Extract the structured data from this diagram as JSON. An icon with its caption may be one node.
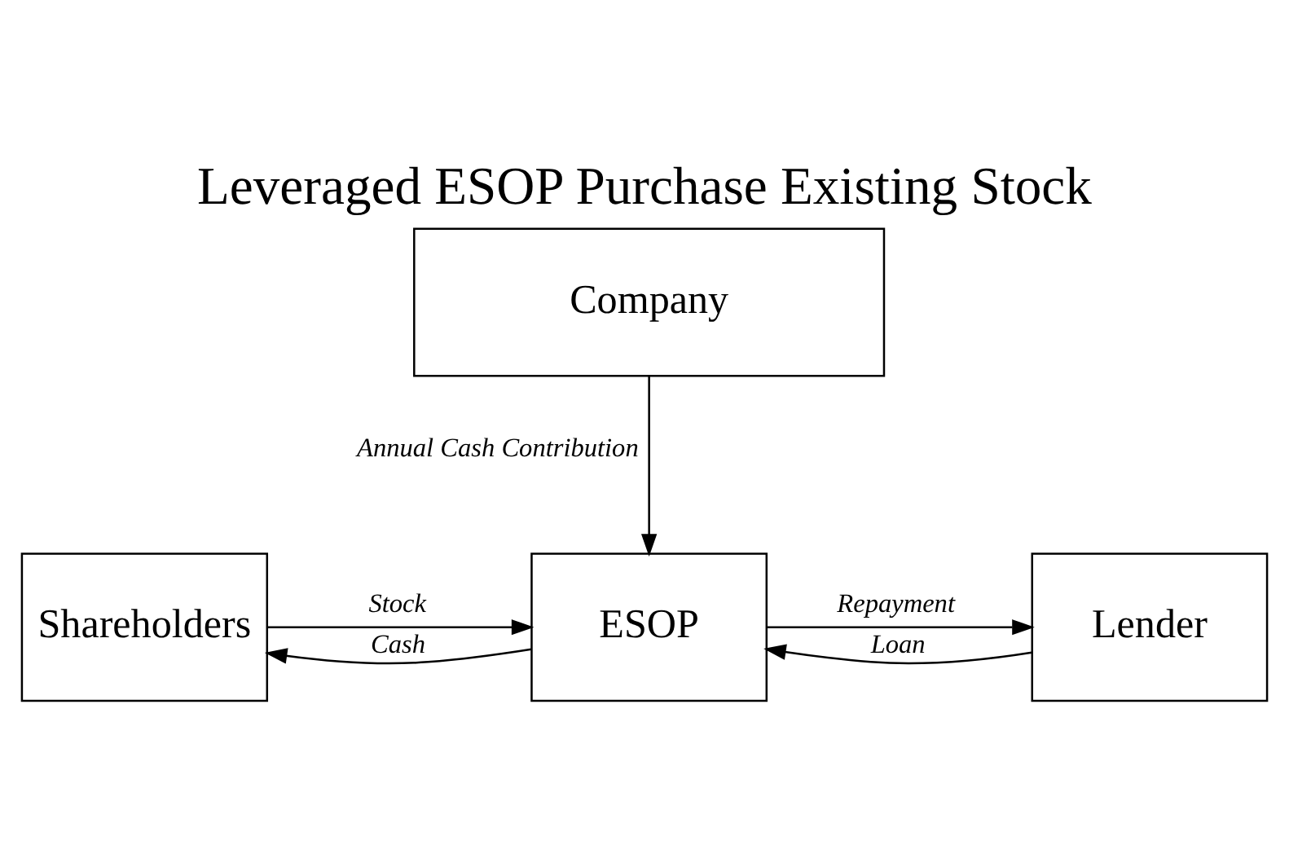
{
  "diagram": {
    "title": "Leveraged ESOP Purchase Existing Stock",
    "nodes": [
      {
        "text": [
          "Company"
        ]
      },
      {
        "text": [
          "Shareholders"
        ]
      },
      {
        "text": [
          "ESOP"
        ]
      },
      {
        "text": [
          "Lender"
        ]
      }
    ],
    "edges": [
      {
        "from": 0,
        "to": 2,
        "arrow": "to",
        "label": "Annual Cash Contribution"
      },
      {
        "from": 2,
        "to": 1,
        "arrow": "to",
        "label": "Cash"
      },
      {
        "from": 1,
        "to": 2,
        "arrow": "to",
        "label": "Stock"
      },
      {
        "from": 3,
        "to": 2,
        "arrow": "to",
        "label": "Loan"
      },
      {
        "from": 2,
        "to": 3,
        "arrow": "to",
        "label": "Repayment"
      }
    ]
  }
}
